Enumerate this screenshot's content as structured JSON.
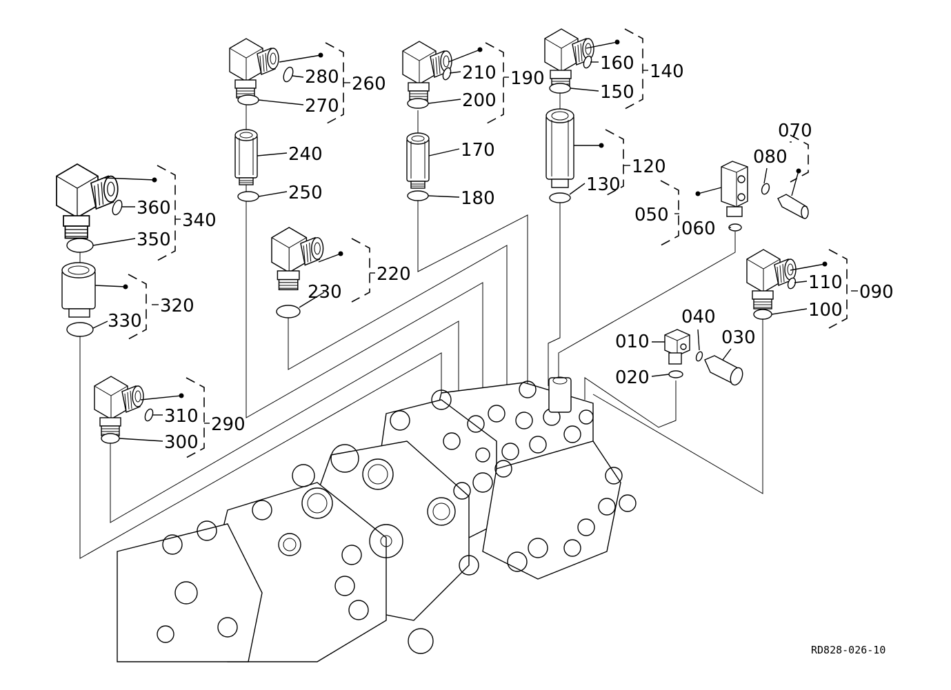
{
  "diagram": {
    "title": "Control valve fittings exploded view",
    "reference_code": "RD828-026-10",
    "assemblies": [
      {
        "id": "260",
        "label": "260",
        "parts": [
          "280",
          "270"
        ],
        "type": "elbow-fitting"
      },
      {
        "id": "190",
        "label": "190",
        "parts": [
          "210",
          "200"
        ],
        "type": "elbow-fitting"
      },
      {
        "id": "140",
        "label": "140",
        "parts": [
          "160",
          "150"
        ],
        "type": "elbow-fitting"
      },
      {
        "id": "120",
        "label": "120",
        "parts": [
          "130"
        ],
        "type": "extension-adapter"
      },
      {
        "id": "070",
        "label": "070",
        "parts": [
          "080"
        ],
        "type": "straight-fitting"
      },
      {
        "id": "050",
        "label": "050",
        "parts": [
          "060"
        ],
        "type": "block-adapter"
      },
      {
        "id": "340",
        "label": "340",
        "parts": [
          "360",
          "350"
        ],
        "type": "elbow-fitting"
      },
      {
        "id": "320",
        "label": "320",
        "parts": [
          "330"
        ],
        "type": "extension-adapter"
      },
      {
        "id": "220",
        "label": "220",
        "parts": [
          "230"
        ],
        "type": "elbow-fitting"
      },
      {
        "id": "090",
        "label": "090",
        "parts": [
          "110",
          "100"
        ],
        "type": "elbow-fitting"
      },
      {
        "id": "290",
        "label": "290",
        "parts": [
          "310",
          "300"
        ],
        "type": "elbow-fitting"
      }
    ],
    "parts": [
      {
        "id": "240",
        "label": "240",
        "name": "adapter"
      },
      {
        "id": "250",
        "label": "250",
        "name": "o-ring"
      },
      {
        "id": "170",
        "label": "170",
        "name": "adapter"
      },
      {
        "id": "180",
        "label": "180",
        "name": "o-ring"
      },
      {
        "id": "010",
        "label": "010",
        "name": "sensor block"
      },
      {
        "id": "020",
        "label": "020",
        "name": "o-ring"
      },
      {
        "id": "030",
        "label": "030",
        "name": "pressure switch"
      },
      {
        "id": "040",
        "label": "040",
        "name": "o-ring"
      }
    ],
    "labels": {
      "l280": "280",
      "l270": "270",
      "l260": "260",
      "l210": "210",
      "l200": "200",
      "l190": "190",
      "l160": "160",
      "l150": "150",
      "l140": "140",
      "l240": "240",
      "l250": "250",
      "l170": "170",
      "l180": "180",
      "l120": "120",
      "l130": "130",
      "l070": "070",
      "l080": "080",
      "l050": "050",
      "l060": "060",
      "l360": "360",
      "l350": "350",
      "l340": "340",
      "l320": "320",
      "l330": "330",
      "l220": "220",
      "l230": "230",
      "l110": "110",
      "l100": "100",
      "l090": "090",
      "l010": "010",
      "l020": "020",
      "l030": "030",
      "l040": "040",
      "l310": "310",
      "l300": "300",
      "l290": "290"
    }
  }
}
